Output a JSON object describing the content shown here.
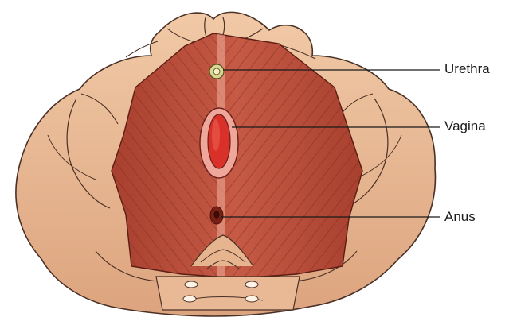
{
  "labels": {
    "urethra": "Urethra",
    "vagina": "Vagina",
    "anus": "Anus"
  },
  "colors": {
    "bone": "#e8b894",
    "bone_shadow": "#c98f6a",
    "outline": "#4a3026",
    "muscle": "#b84a38",
    "muscle_dark": "#8f2f22",
    "muscle_highlight": "#e08a70",
    "vagina_outer": "#f0a79b",
    "vagina_inner": "#d9302a",
    "urethra_ring": "#d8d890",
    "anus": "#7a1f16",
    "leader": "#1a1a1a"
  }
}
